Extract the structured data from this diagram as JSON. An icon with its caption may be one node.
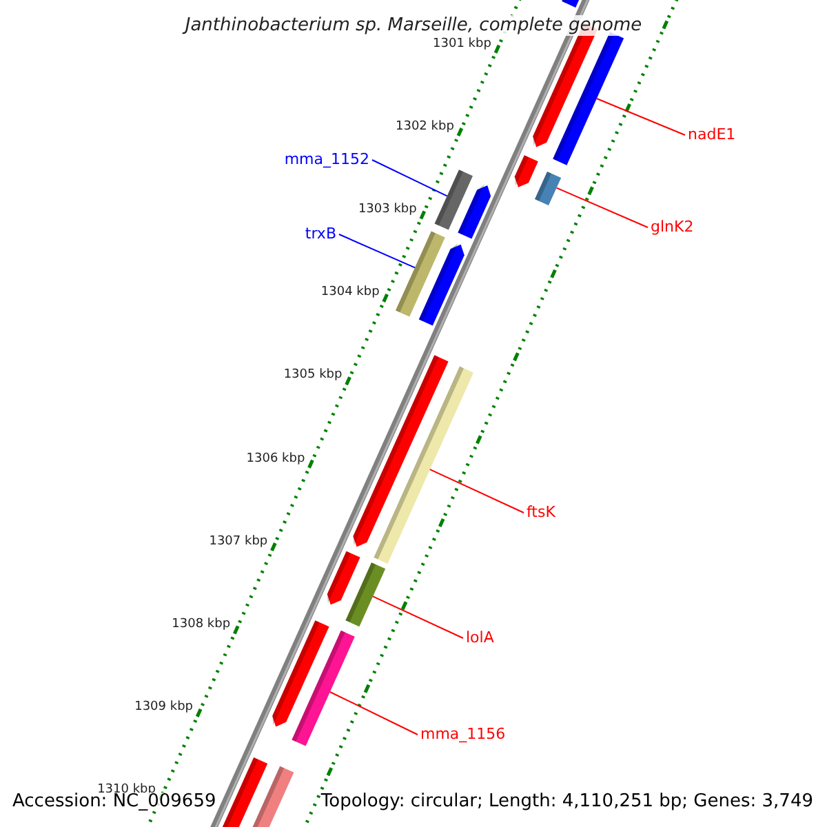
{
  "diagram": {
    "title": "Janthinobacterium sp. Marseille, complete genome",
    "nodes": [
      {
        "text": [
          "nadE1"
        ]
      },
      {
        "text": [
          "mma_1152"
        ]
      },
      {
        "text": [
          "glnK2"
        ]
      },
      {
        "text": [
          "trxB"
        ]
      },
      {
        "text": [
          "ftsK"
        ]
      },
      {
        "text": [
          "lolA"
        ]
      },
      {
        "text": [
          "mma_1156"
        ]
      },
      {
        "text": [],
        "shape": "bar"
      },
      {
        "text": [],
        "shape": "bar"
      },
      {
        "text": [],
        "shape": "bar"
      },
      {
        "text": [],
        "shape": "bar"
      },
      {
        "text": [],
        "shape": "bar"
      },
      {
        "text": [],
        "shape": "bar"
      },
      {
        "text": [],
        "shape": "bar"
      }
    ],
    "edges": [
      {
        "from": 0,
        "to": 7,
        "arrow": "none"
      },
      {
        "from": 1,
        "to": 8,
        "arrow": "none",
        "color": "#0000ff"
      },
      {
        "from": 2,
        "to": 9,
        "arrow": "none"
      },
      {
        "from": 3,
        "to": 10,
        "arrow": "none",
        "color": "#0000ff"
      },
      {
        "from": 4,
        "to": 11,
        "arrow": "none"
      },
      {
        "from": 5,
        "to": 12,
        "arrow": "none"
      },
      {
        "from": 6,
        "to": 13,
        "arrow": "none"
      }
    ],
    "labels": [
      "1301 kbp",
      "1302 kbp",
      "1303 kbp",
      "1304 kbp",
      "1305 kbp",
      "1306 kbp",
      "1307 kbp",
      "1308 kbp",
      "1309 kbp",
      "1310 kbp",
      "Accession: NC_009659",
      "Topology: circular; Length: 4,110,251 bp; Genes: 3,749"
    ]
  }
}
